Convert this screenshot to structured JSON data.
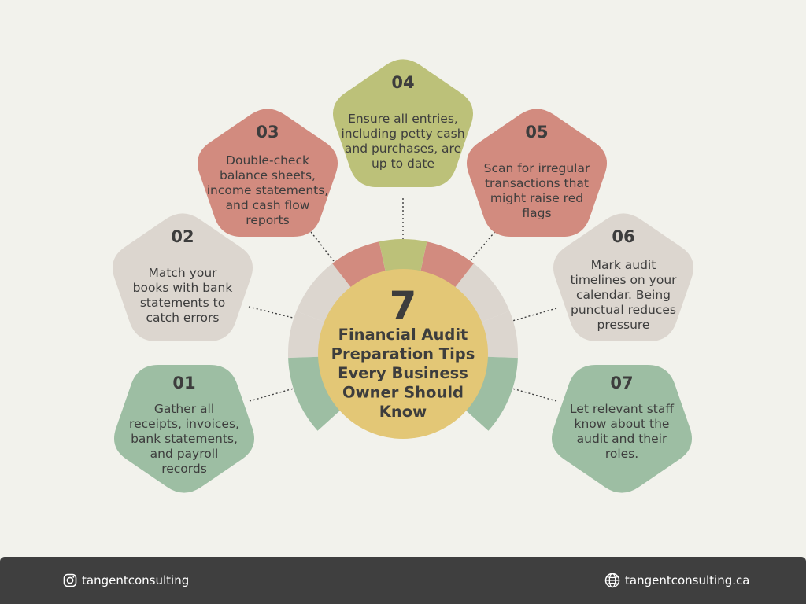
{
  "center": {
    "number": "7",
    "title_lines": [
      "Financial Audit",
      "Preparation Tips",
      "Every Business",
      "Owner Should",
      "Know"
    ],
    "color": "#e3c776"
  },
  "palette": {
    "green": "#9dbea3",
    "beige": "#dcd6cf",
    "red": "#d28b7f",
    "olive": "#bcc179"
  },
  "tips": [
    {
      "number": "01",
      "lines": [
        "Gather all",
        "receipts, invoices,",
        "bank statements,",
        "and payroll",
        "records"
      ],
      "color": "#9dbea3"
    },
    {
      "number": "02",
      "lines": [
        "Match your",
        "books with bank",
        "statements to",
        "catch errors"
      ],
      "color": "#dcd6cf"
    },
    {
      "number": "03",
      "lines": [
        "Double-check",
        "balance sheets,",
        "income statements,",
        "and cash flow",
        "reports"
      ],
      "color": "#d28b7f"
    },
    {
      "number": "04",
      "lines": [
        "Ensure all entries,",
        "including petty cash",
        "and purchases, are",
        "up to date"
      ],
      "color": "#bcc179"
    },
    {
      "number": "05",
      "lines": [
        "Scan for irregular",
        "transactions that",
        "might raise red",
        "flags"
      ],
      "color": "#d28b7f"
    },
    {
      "number": "06",
      "lines": [
        "Mark audit",
        "timelines on your",
        "calendar. Being",
        "punctual reduces",
        "pressure"
      ],
      "color": "#dcd6cf"
    },
    {
      "number": "07",
      "lines": [
        "Let relevant staff",
        "know about the",
        "audit and their",
        "roles."
      ],
      "color": "#9dbea3"
    }
  ],
  "footer": {
    "instagram": "tangentconsulting",
    "website": "tangentconsulting.ca",
    "instagram_icon": "instagram-icon",
    "website_icon": "globe-icon"
  }
}
